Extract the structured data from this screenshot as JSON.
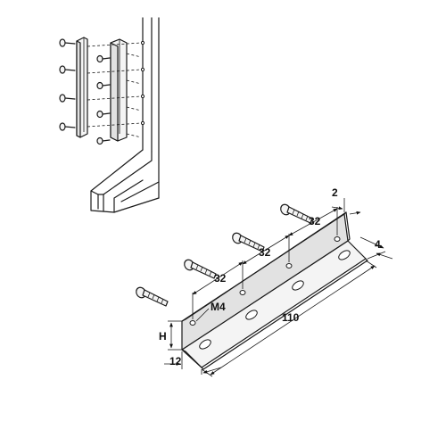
{
  "labels": {
    "dim_2": "2",
    "dim_4": "4",
    "dim_32_a": "32",
    "dim_32_b": "32",
    "dim_32_c": "32",
    "dim_m4": "M4",
    "dim_110": "110",
    "dim_h": "H",
    "dim_12": "12"
  }
}
